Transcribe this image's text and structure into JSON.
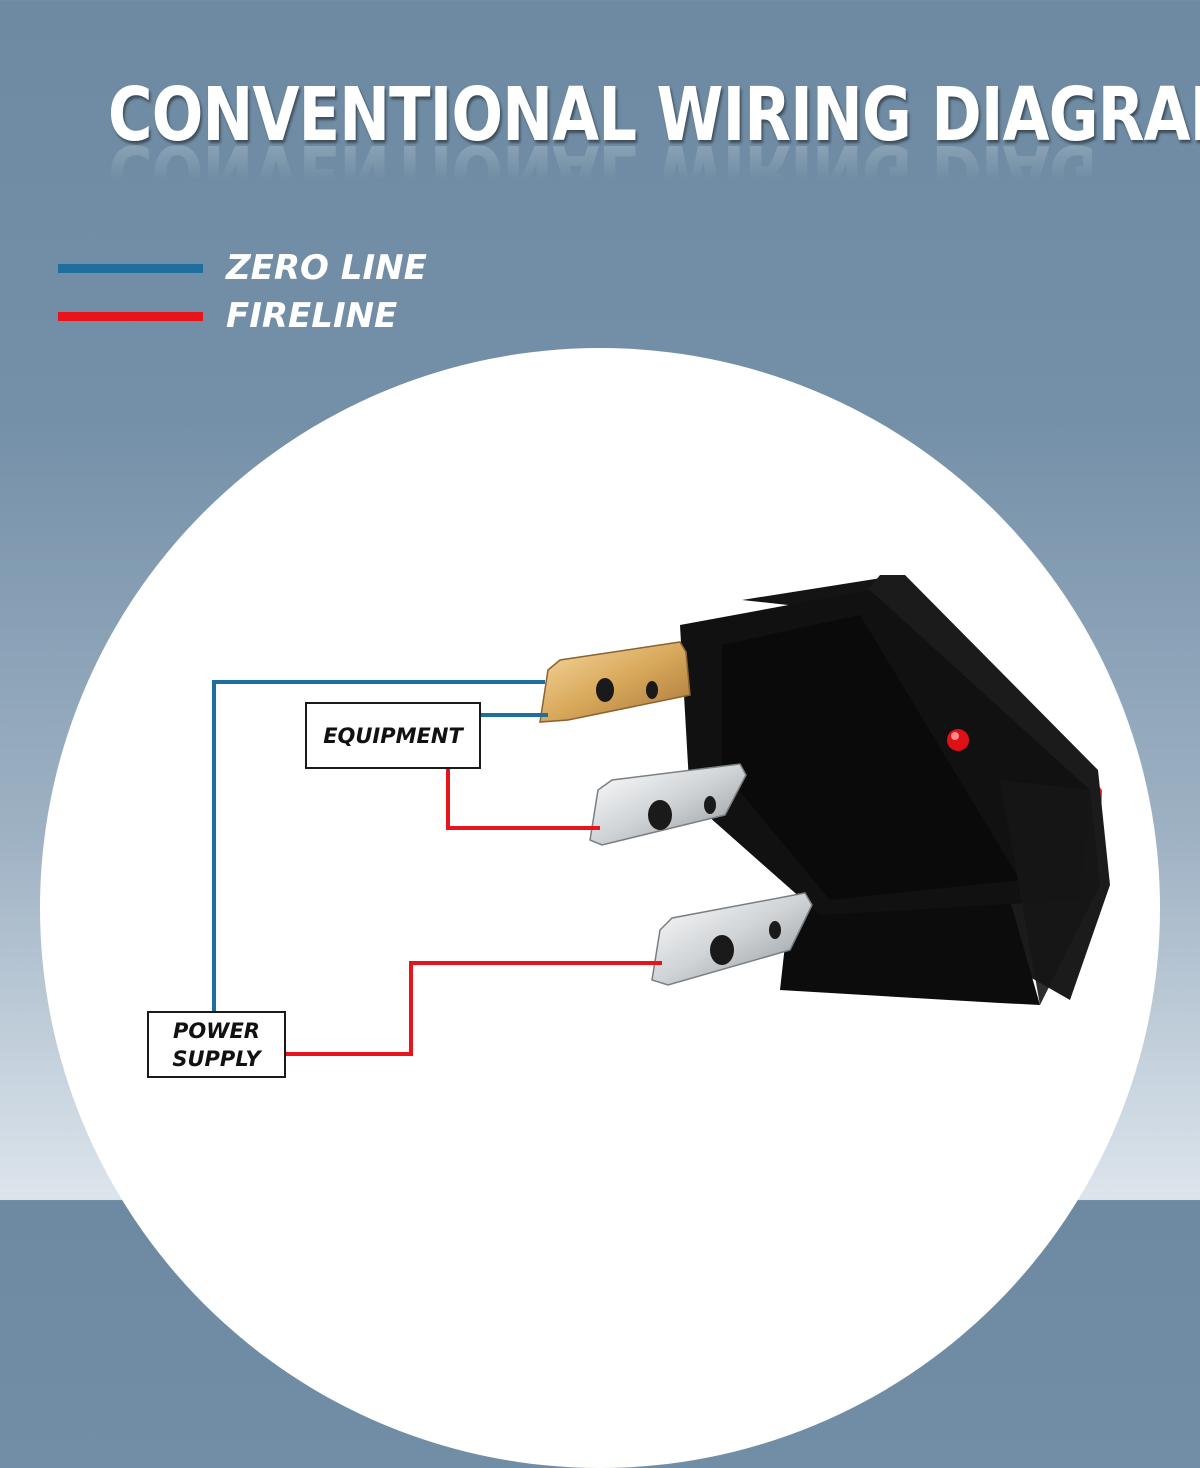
{
  "title": "CONVENTIONAL WIRING DIAGRAM",
  "legend": [
    {
      "label": "ZERO LINE",
      "color": "#1e6e9e"
    },
    {
      "label": "FIRELINE",
      "color": "#e8141c"
    }
  ],
  "boxes": {
    "equipment": "EQUIPMENT",
    "power_supply_line1": "POWER",
    "power_supply_line2": "SUPPLY"
  },
  "colors": {
    "zero_line": "#1e6e9e",
    "fire_line": "#e8141c",
    "switch_body": "#0d0d0d",
    "indicator": "#e01018"
  }
}
